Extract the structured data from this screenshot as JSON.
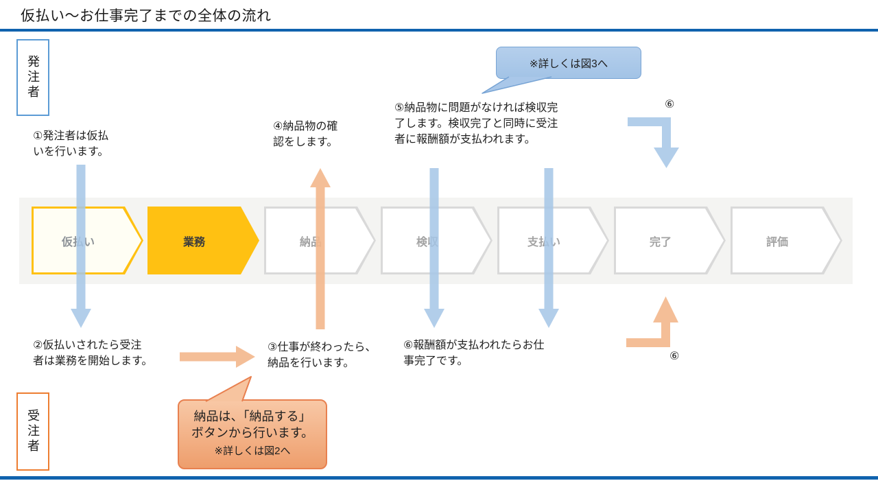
{
  "title": "仮払い～お仕事完了までの全体の流れ",
  "actors": {
    "client": "発注者",
    "contractor": "受注者"
  },
  "process_steps": [
    {
      "label": "仮払い",
      "state": "current-outlined"
    },
    {
      "label": "業務",
      "state": "active"
    },
    {
      "label": "納品",
      "state": "upcoming"
    },
    {
      "label": "検収",
      "state": "upcoming"
    },
    {
      "label": "支払い",
      "state": "upcoming"
    },
    {
      "label": "完了",
      "state": "upcoming"
    },
    {
      "label": "評価",
      "state": "upcoming"
    }
  ],
  "notes": {
    "step1": "①発注者は仮払\nいを行います。",
    "step2": "②仮払いされたら受注\n者は業務を開始します。",
    "step3": "③仕事が終わったら、\n納品を行います。",
    "step4": "④納品物の確\n認をします。",
    "step5": "⑤納品物に問題がなければ検収完\n了します。検収完了と同時に受注\n者に報酬額が支払われます。",
    "step6": "⑥報酬額が支払われたらお仕\n事完了です。",
    "marker_top": "⑥",
    "marker_bottom": "⑥"
  },
  "callouts": {
    "figure3": "※詳しくは図3へ",
    "delivery_main": "納品は、「納品する」\nボタンから行います。",
    "delivery_note": "※詳しくは図2へ"
  },
  "colors": {
    "rule_blue": "#1063AE",
    "client_border": "#5B9BD5",
    "contractor_border": "#ED7D31",
    "arrow_blue": "#A5C6E6",
    "arrow_orange": "#F3B78C",
    "step_yellow": "#FFC112",
    "step_outlined_fill": "#FFFEF4",
    "step_inactive_border": "#D9D9D9",
    "callout_blue_fill": "#AAC8E9",
    "callout_orange_fill": "#F5B98E",
    "band_gray": "#F4F4F2"
  }
}
